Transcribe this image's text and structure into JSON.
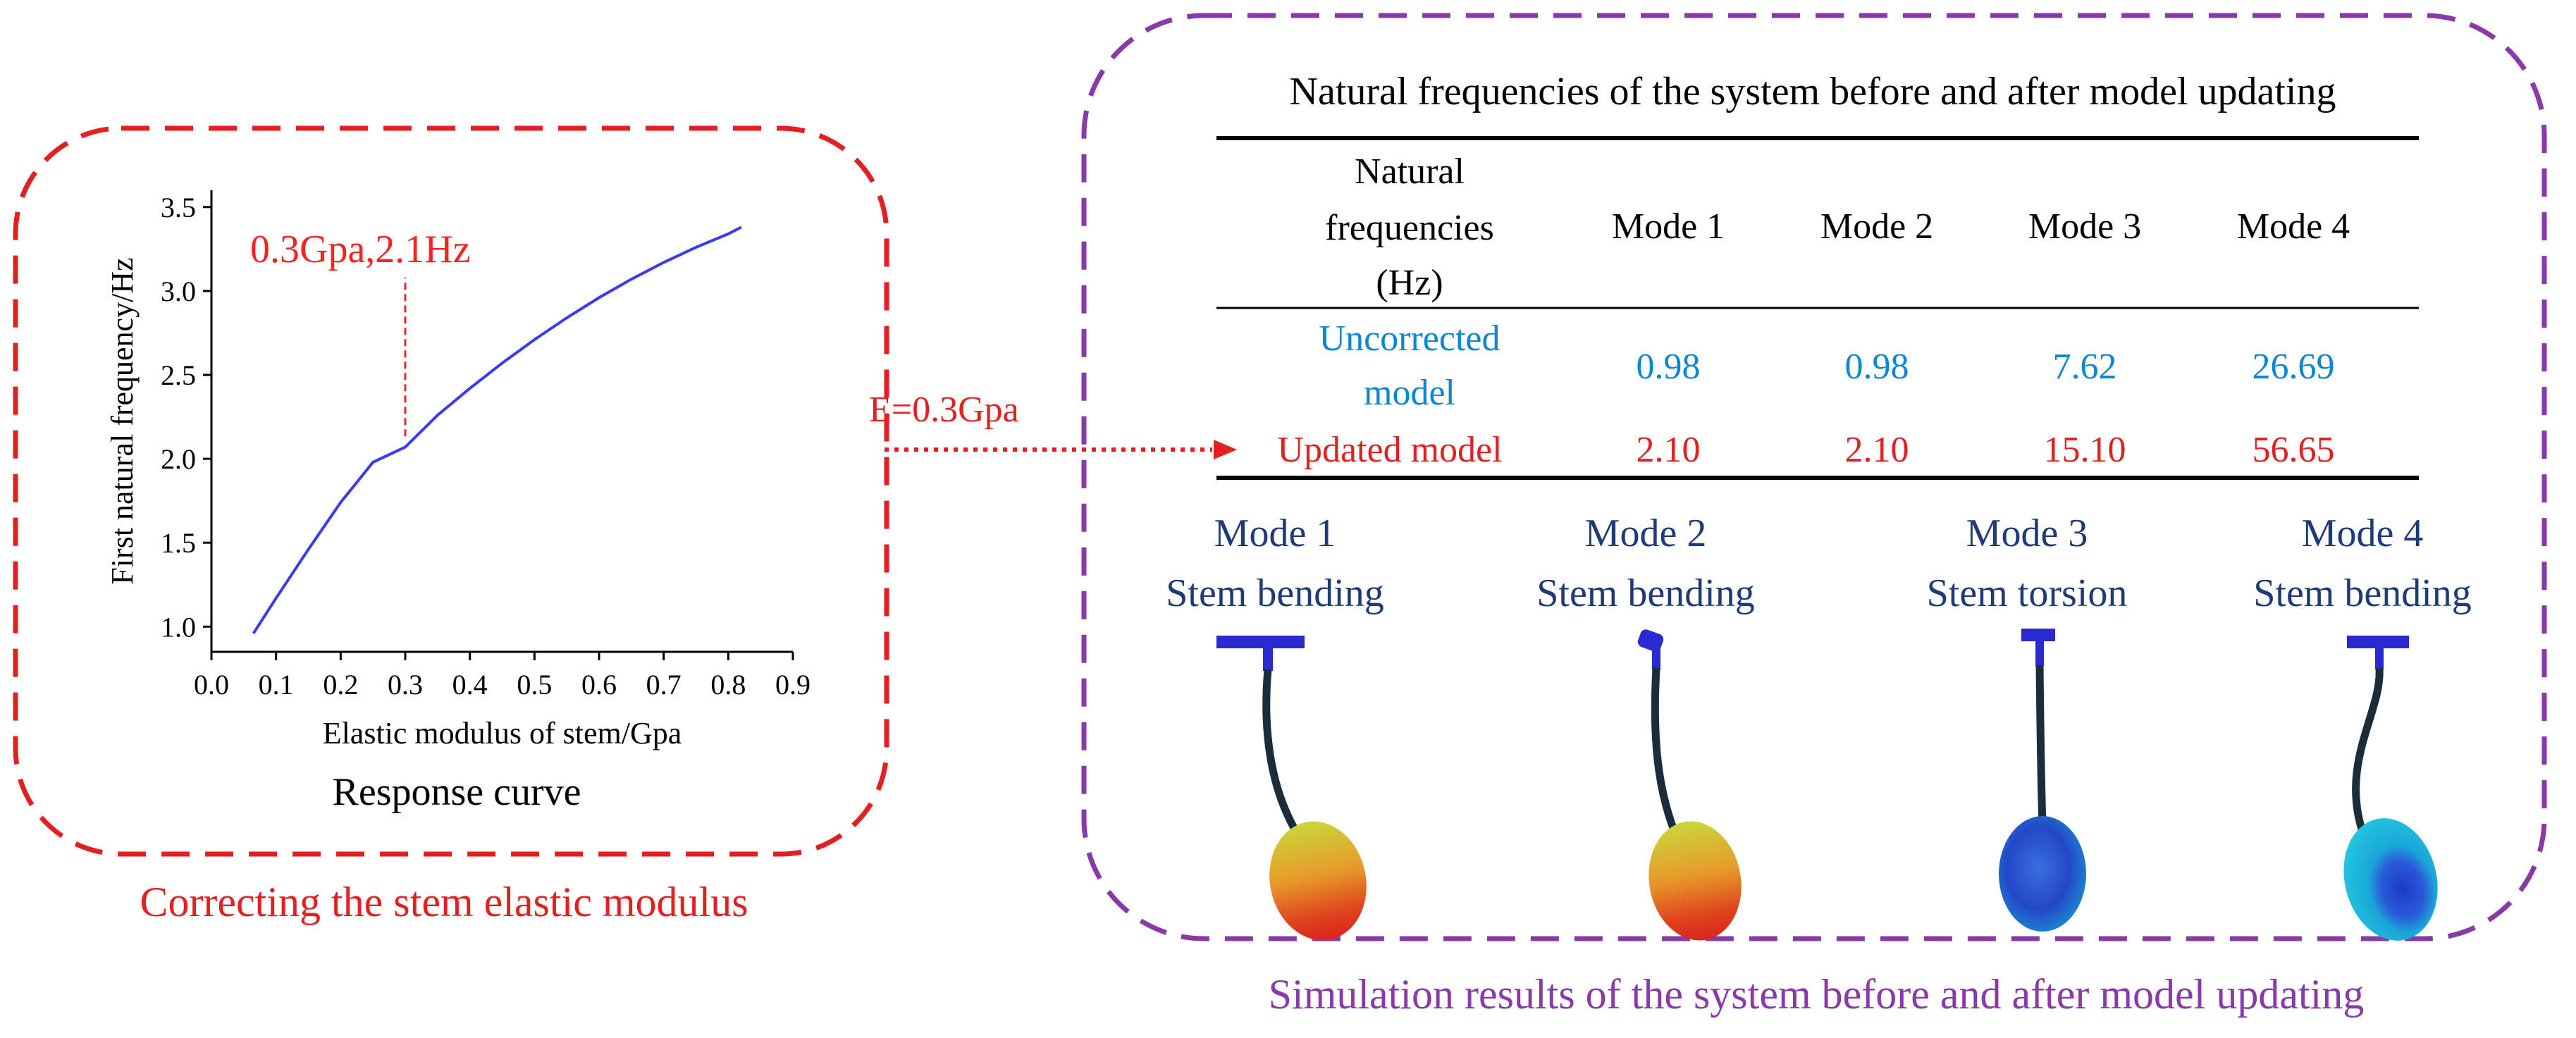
{
  "left_panel": {
    "caption": "Correcting the stem elastic modulus",
    "subtitle": "Response curve"
  },
  "arrow_label": "E=0.3Gpa",
  "chart_data": {
    "type": "line",
    "xlabel": "Elastic modulus of stem/Gpa",
    "ylabel": "First natural frequency/Hz",
    "xlim": [
      0.0,
      0.9
    ],
    "ylim": [
      0.85,
      3.6
    ],
    "xticks": [
      "0.0",
      "0.1",
      "0.2",
      "0.3",
      "0.4",
      "0.5",
      "0.6",
      "0.7",
      "0.8",
      "0.9"
    ],
    "yticks": [
      "1.0",
      "1.5",
      "2.0",
      "2.5",
      "3.0",
      "3.5"
    ],
    "series": [
      {
        "color": "#3a3aff",
        "points": [
          [
            0.065,
            0.96
          ],
          [
            0.1,
            1.17
          ],
          [
            0.15,
            1.46
          ],
          [
            0.2,
            1.74
          ],
          [
            0.25,
            1.98
          ],
          [
            0.3,
            2.07
          ],
          [
            0.35,
            2.26
          ],
          [
            0.4,
            2.42
          ],
          [
            0.45,
            2.57
          ],
          [
            0.5,
            2.71
          ],
          [
            0.55,
            2.84
          ],
          [
            0.6,
            2.96
          ],
          [
            0.65,
            3.07
          ],
          [
            0.7,
            3.17
          ],
          [
            0.75,
            3.26
          ],
          [
            0.8,
            3.34
          ],
          [
            0.82,
            3.38
          ]
        ]
      }
    ],
    "annotation": {
      "text": "0.3Gpa,2.1Hz",
      "x": 0.3,
      "y": 2.1,
      "color": "#ff2020"
    }
  },
  "table": {
    "title": "Natural frequencies of the system before and after model updating",
    "header": [
      "Natural",
      "frequencies",
      "(Hz)"
    ],
    "columns": [
      "Mode 1",
      "Mode 2",
      "Mode 3",
      "Mode 4"
    ],
    "rows": [
      {
        "label_lines": [
          "Uncorrected",
          "model"
        ],
        "values": [
          "0.98",
          "0.98",
          "7.62",
          "26.69"
        ],
        "color": "#0a86d6"
      },
      {
        "label_lines": [
          "Updated model"
        ],
        "values": [
          "2.10",
          "2.10",
          "15.10",
          "56.65"
        ],
        "color": "#e32020"
      }
    ]
  },
  "modes": [
    {
      "title": "Mode 1",
      "desc": "Stem bending"
    },
    {
      "title": "Mode 2",
      "desc": "Stem bending"
    },
    {
      "title": "Mode 3",
      "desc": "Stem torsion"
    },
    {
      "title": "Mode 4",
      "desc": "Stem bending"
    }
  ],
  "right_panel": {
    "caption": "Simulation results of the system before and after model updating"
  },
  "colors": {
    "red_dash": "#e32020",
    "purple_dash": "#8a3aa8",
    "mode_title": "#1f3a78",
    "stem_blue": "#2a2ad0"
  }
}
